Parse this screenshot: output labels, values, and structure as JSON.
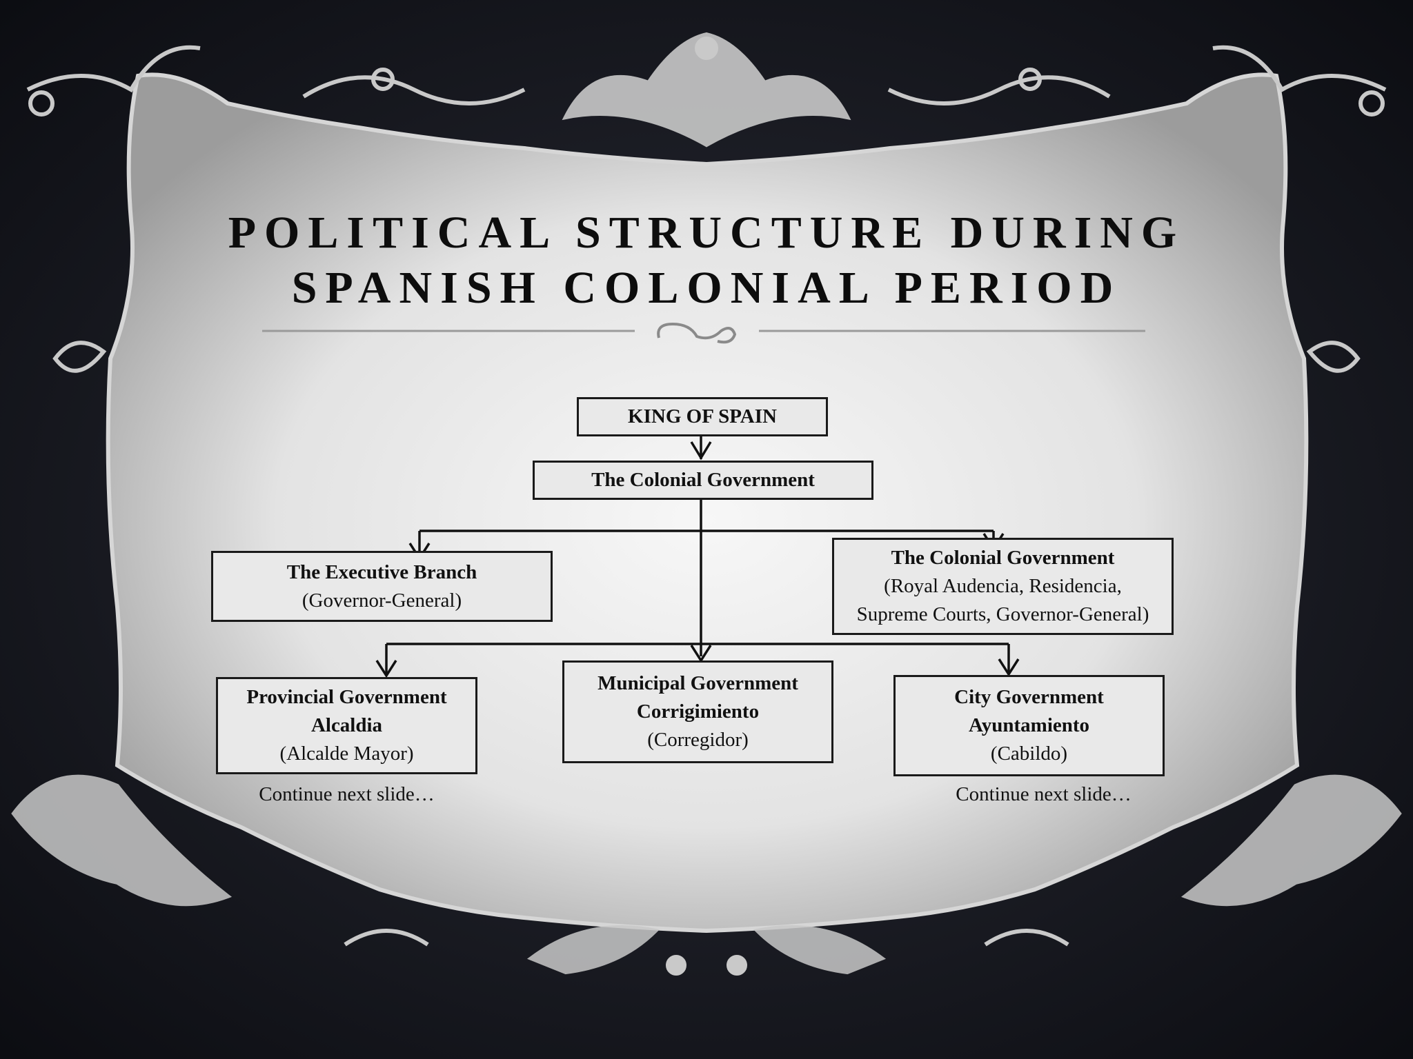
{
  "slide": {
    "title_line1": "POLITICAL STRUCTURE DURING",
    "title_line2": "SPANISH COLONIAL PERIOD"
  },
  "diagram": {
    "king": "KING OF SPAIN",
    "colonial_gov": "The Colonial Government",
    "executive": {
      "title": "The Executive Branch",
      "sub": "(Governor-General)"
    },
    "colonial_gov_right": {
      "title": "The Colonial Government",
      "sub1": "(Royal Audencia, Residencia,",
      "sub2": "Supreme Courts, Governor-General)"
    },
    "provincial": {
      "title": "Provincial Government",
      "name": "Alcaldia",
      "sub": "(Alcalde Mayor)"
    },
    "municipal": {
      "title": "Municipal Government",
      "name": "Corrigimiento",
      "sub": "(Corregidor)"
    },
    "city": {
      "title": "City Government",
      "name": "Ayuntamiento",
      "sub": "(Cabildo)"
    },
    "note_left": "Continue next slide…",
    "note_right": "Continue next slide…"
  },
  "colors": {
    "background": "#15161d",
    "panel": "#e6e6e6",
    "ornament": "#c9c9c9",
    "text": "#111111"
  }
}
